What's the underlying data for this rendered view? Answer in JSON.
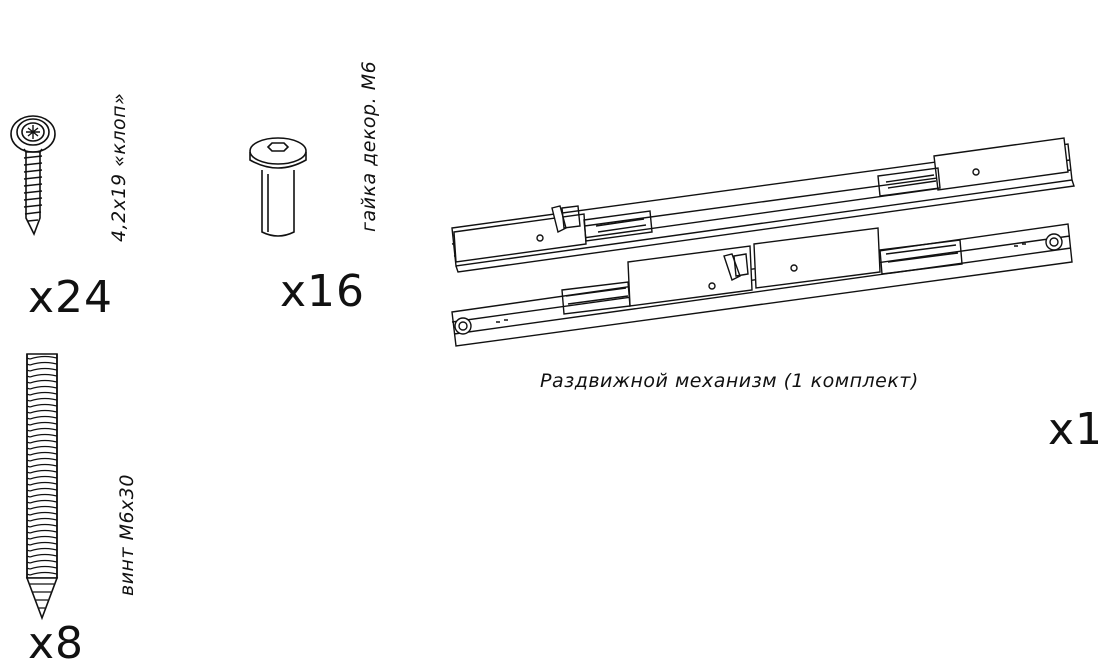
{
  "items": [
    {
      "name": "4,2x19 «клоп»",
      "qty": "x24",
      "icon": "self-tapping-screw-icon"
    },
    {
      "name": "гайка декор. М6",
      "qty": "x16",
      "icon": "decorative-nut-icon"
    },
    {
      "name": "винт М6х30",
      "qty": "x8",
      "icon": "threaded-bolt-icon"
    },
    {
      "name": "Раздвижной механизм (1 комплект)",
      "qty": "x1",
      "icon": "sliding-rail-mechanism-icon"
    }
  ]
}
